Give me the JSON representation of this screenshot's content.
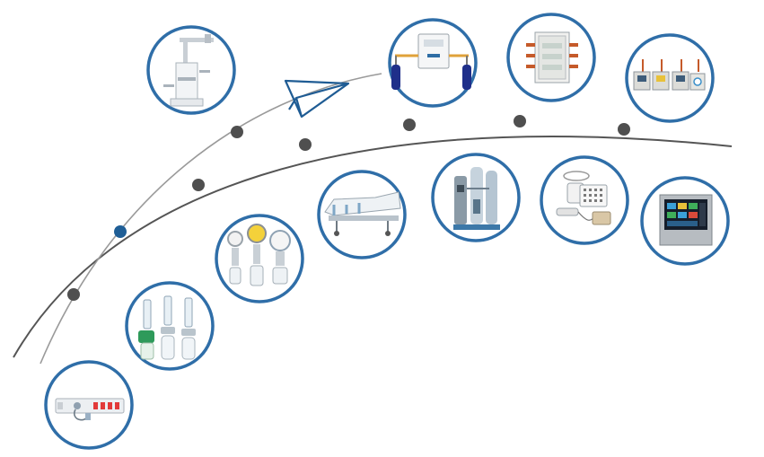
{
  "colors": {
    "ring": "#2f6ea8",
    "curve": "#555555",
    "curve_light": "#9a9a9a",
    "node": "#4f4f4f",
    "node_accent": "#1f5e96",
    "plane": "#1f5c94"
  },
  "products": [
    {
      "id": "bed-head-unit",
      "icon": "bed-head-panel-icon"
    },
    {
      "id": "flowmeter-humidifier",
      "icon": "flowmeter-humidifier-icon"
    },
    {
      "id": "vacuum-regulator",
      "icon": "vacuum-regulator-icon"
    },
    {
      "id": "hospital-bed",
      "icon": "hospital-bed-icon"
    },
    {
      "id": "oxygen-generator",
      "icon": "oxygen-generator-icon"
    },
    {
      "id": "nurse-call-system",
      "icon": "nurse-call-icon"
    },
    {
      "id": "control-monitor",
      "icon": "monitor-screen-icon"
    },
    {
      "id": "ceiling-pendant",
      "icon": "ceiling-pendant-icon"
    },
    {
      "id": "gas-manifold",
      "icon": "gas-manifold-icon"
    },
    {
      "id": "valve-box",
      "icon": "valve-box-icon"
    },
    {
      "id": "alarm-panels",
      "icon": "alarm-panel-icon"
    }
  ]
}
